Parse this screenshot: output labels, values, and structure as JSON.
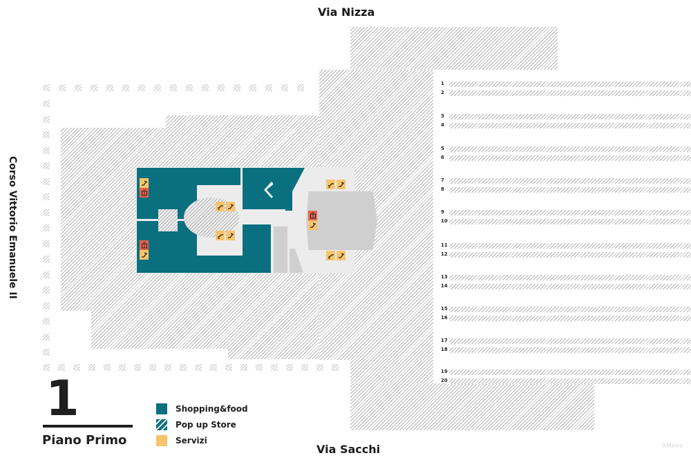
{
  "map": {
    "floor_number": "1",
    "floor_name": "Piano Primo",
    "streets": {
      "top": "Via Nizza",
      "bottom": "Via Sacchi",
      "left": "Corso Vittorio Emanuele II"
    },
    "watermark": "XMove",
    "legend": [
      {
        "label": "Shopping&food",
        "color": "#0a7080",
        "pattern": "solid"
      },
      {
        "label": "Pop up Store",
        "color": "#0a7080",
        "pattern": "striped"
      },
      {
        "label": "Servizi",
        "color": "#f7c46e",
        "pattern": "solid"
      }
    ],
    "colors": {
      "shopping": "#0a7080",
      "services": "#f7c46e",
      "elevator": "#e8634c",
      "corridor": "#ececec",
      "inactive": "#cfcfcf"
    },
    "platforms": [
      "1",
      "2",
      "3",
      "4",
      "5",
      "6",
      "7",
      "8",
      "9",
      "10",
      "11",
      "12",
      "13",
      "14",
      "15",
      "16",
      "17",
      "18",
      "19",
      "20"
    ],
    "services": [
      {
        "type": "escalator",
        "zone": "west-upper"
      },
      {
        "type": "elevator",
        "zone": "west-upper"
      },
      {
        "type": "elevator",
        "zone": "west-lower"
      },
      {
        "type": "escalator",
        "zone": "west-lower"
      },
      {
        "type": "escalator-pair",
        "zone": "rotunda-upper"
      },
      {
        "type": "escalator-pair",
        "zone": "rotunda-lower"
      },
      {
        "type": "escalator-pair",
        "zone": "east-upper"
      },
      {
        "type": "elevator",
        "zone": "east-middle"
      },
      {
        "type": "escalator",
        "zone": "east-middle"
      },
      {
        "type": "escalator-pair",
        "zone": "east-lower"
      }
    ]
  }
}
